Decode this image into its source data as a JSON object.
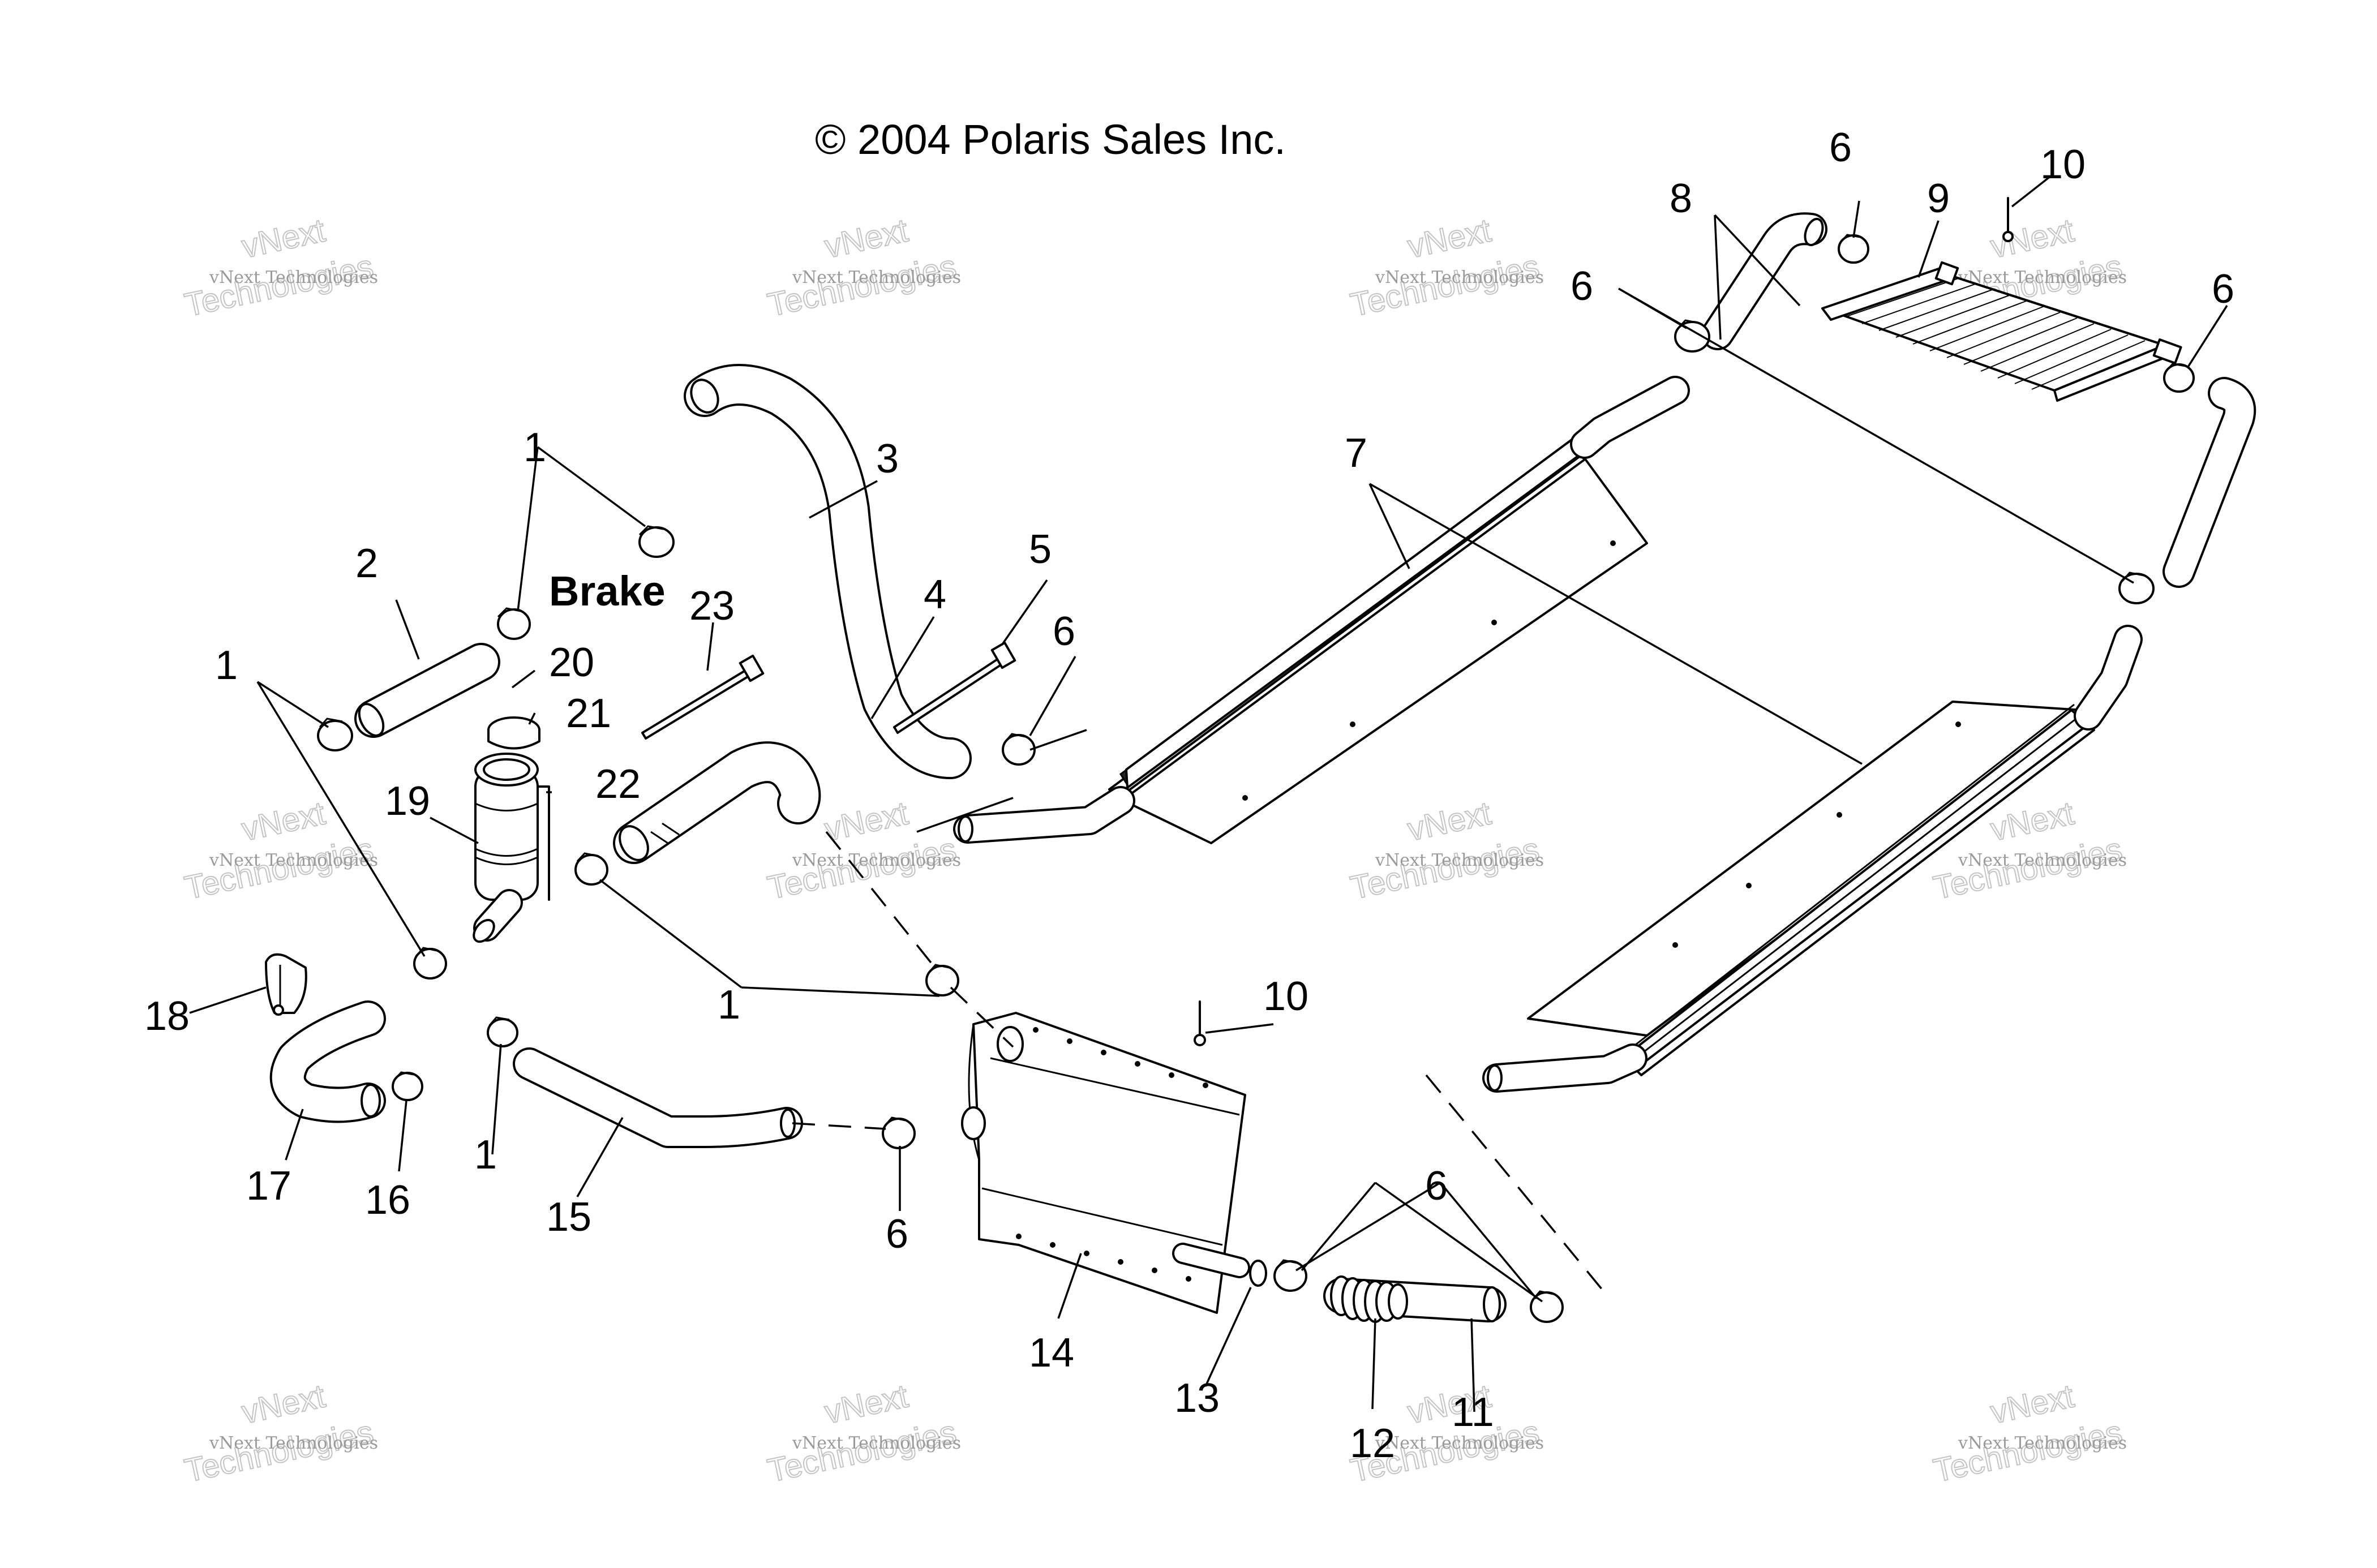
{
  "copyright": "© 2004 Polaris Sales Inc.",
  "brake_label": "Brake",
  "watermark": {
    "small": "vNext Technologies",
    "large": "Technologies",
    "top": "vNext"
  },
  "callouts": {
    "c1a": "1",
    "c1b": "1",
    "c1c": "1",
    "c1d": "1",
    "c2": "2",
    "c3": "3",
    "c4": "4",
    "c5": "5",
    "c6a": "6",
    "c6b": "6",
    "c6c": "6",
    "c6d": "6",
    "c6e": "6",
    "c6f": "6",
    "c7": "7",
    "c8": "8",
    "c9": "9",
    "c10a": "10",
    "c10b": "10",
    "c11": "11",
    "c12": "12",
    "c13": "13",
    "c14": "14",
    "c15": "15",
    "c16": "16",
    "c17": "17",
    "c18": "18",
    "c19": "19",
    "c20": "20",
    "c21": "21",
    "c22": "22",
    "c23": "23"
  }
}
